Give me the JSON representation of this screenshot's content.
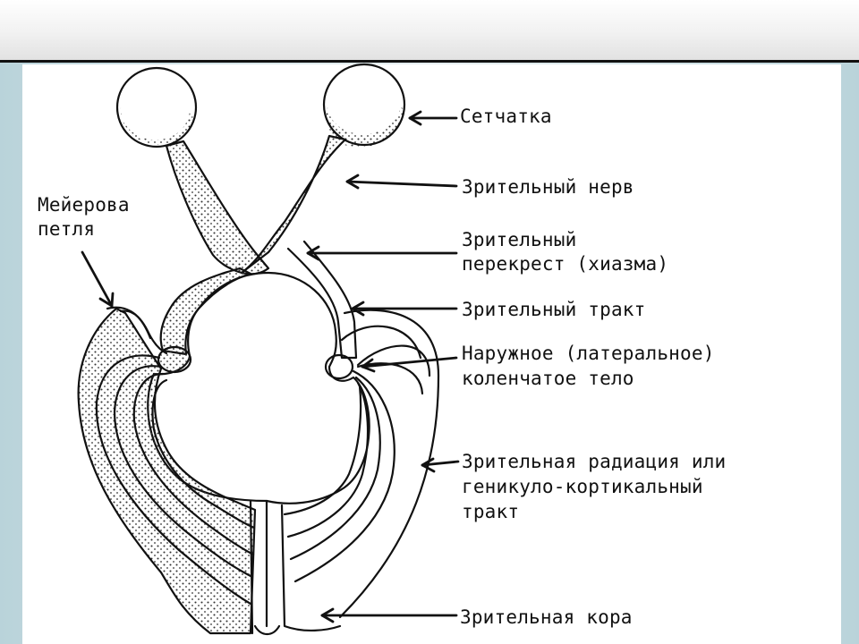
{
  "slide": {
    "title": ""
  },
  "labels": {
    "retina": "Сетчатка",
    "optic_nerve": "Зрительный нерв",
    "chiasm_line1": "Зрительный",
    "chiasm_line2": "перекрест (хиазма)",
    "optic_tract": "Зрительный тракт",
    "lgn_line1": "Наружное (латеральное)",
    "lgn_line2": "коленчатое тело",
    "radiation_line1": "Зрительная радиация или",
    "radiation_line2": "геникуло-кортикальный",
    "radiation_line3": "тракт",
    "cortex": "Зрительная кора",
    "meyer_line1": "Мейерова",
    "meyer_line2": "петля"
  },
  "colors": {
    "line": "#111111",
    "stipple": "#333333",
    "background": "#ffffff"
  }
}
